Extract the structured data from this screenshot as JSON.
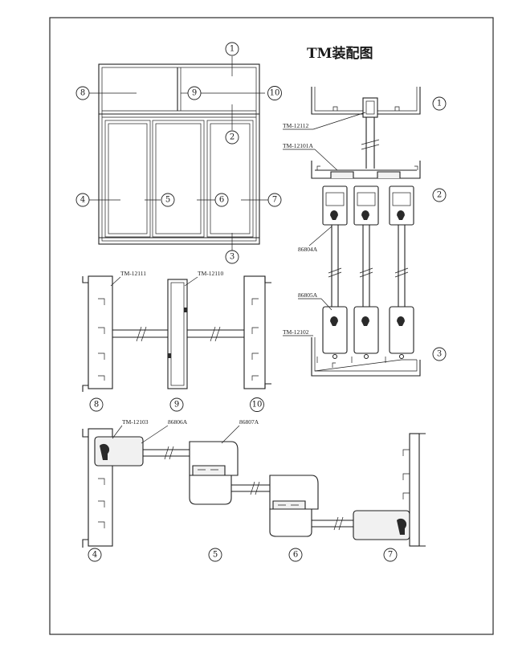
{
  "title": "TM装配图",
  "callouts": {
    "c1": "1",
    "c2": "2",
    "c3": "3",
    "c4": "4",
    "c5": "5",
    "c6": "6",
    "c7": "7",
    "c8": "8",
    "c9": "9",
    "c10": "10"
  },
  "parts": {
    "p12112": "TM-12112",
    "p12101a": "TM-12101A",
    "p86804a": "86804A",
    "p86805a": "86805A",
    "p12102": "TM-12102",
    "p12111": "TM-12111",
    "p12110": "TM-12110",
    "p12103": "TM-12103",
    "p86806a": "86806A",
    "p86807a": "86807A"
  }
}
